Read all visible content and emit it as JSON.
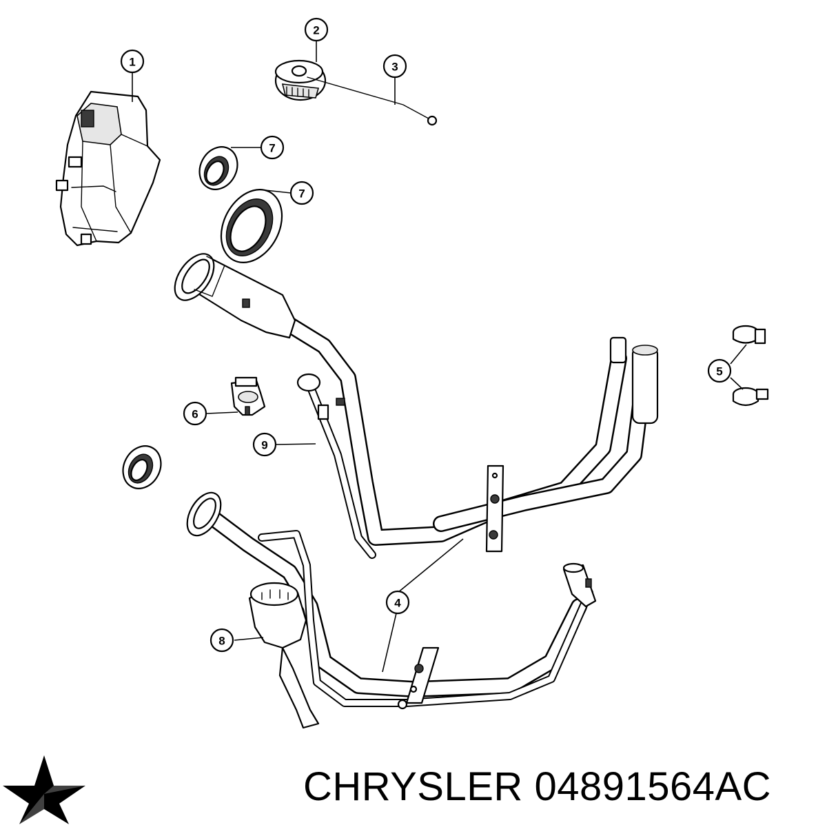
{
  "callouts": [
    {
      "id": "c1",
      "label": "1"
    },
    {
      "id": "c2",
      "label": "2"
    },
    {
      "id": "c3",
      "label": "3"
    },
    {
      "id": "c4",
      "label": "4"
    },
    {
      "id": "c5",
      "label": "5"
    },
    {
      "id": "c6",
      "label": "6"
    },
    {
      "id": "c7a",
      "label": "7"
    },
    {
      "id": "c7b",
      "label": "7"
    },
    {
      "id": "c8",
      "label": "8"
    },
    {
      "id": "c9",
      "label": "9"
    }
  ],
  "caption": {
    "brand": "CHRYSLER",
    "part_number": "04891564AC"
  },
  "logo": {
    "icon": "chrysler-pentastar-icon",
    "color": "#000000"
  }
}
